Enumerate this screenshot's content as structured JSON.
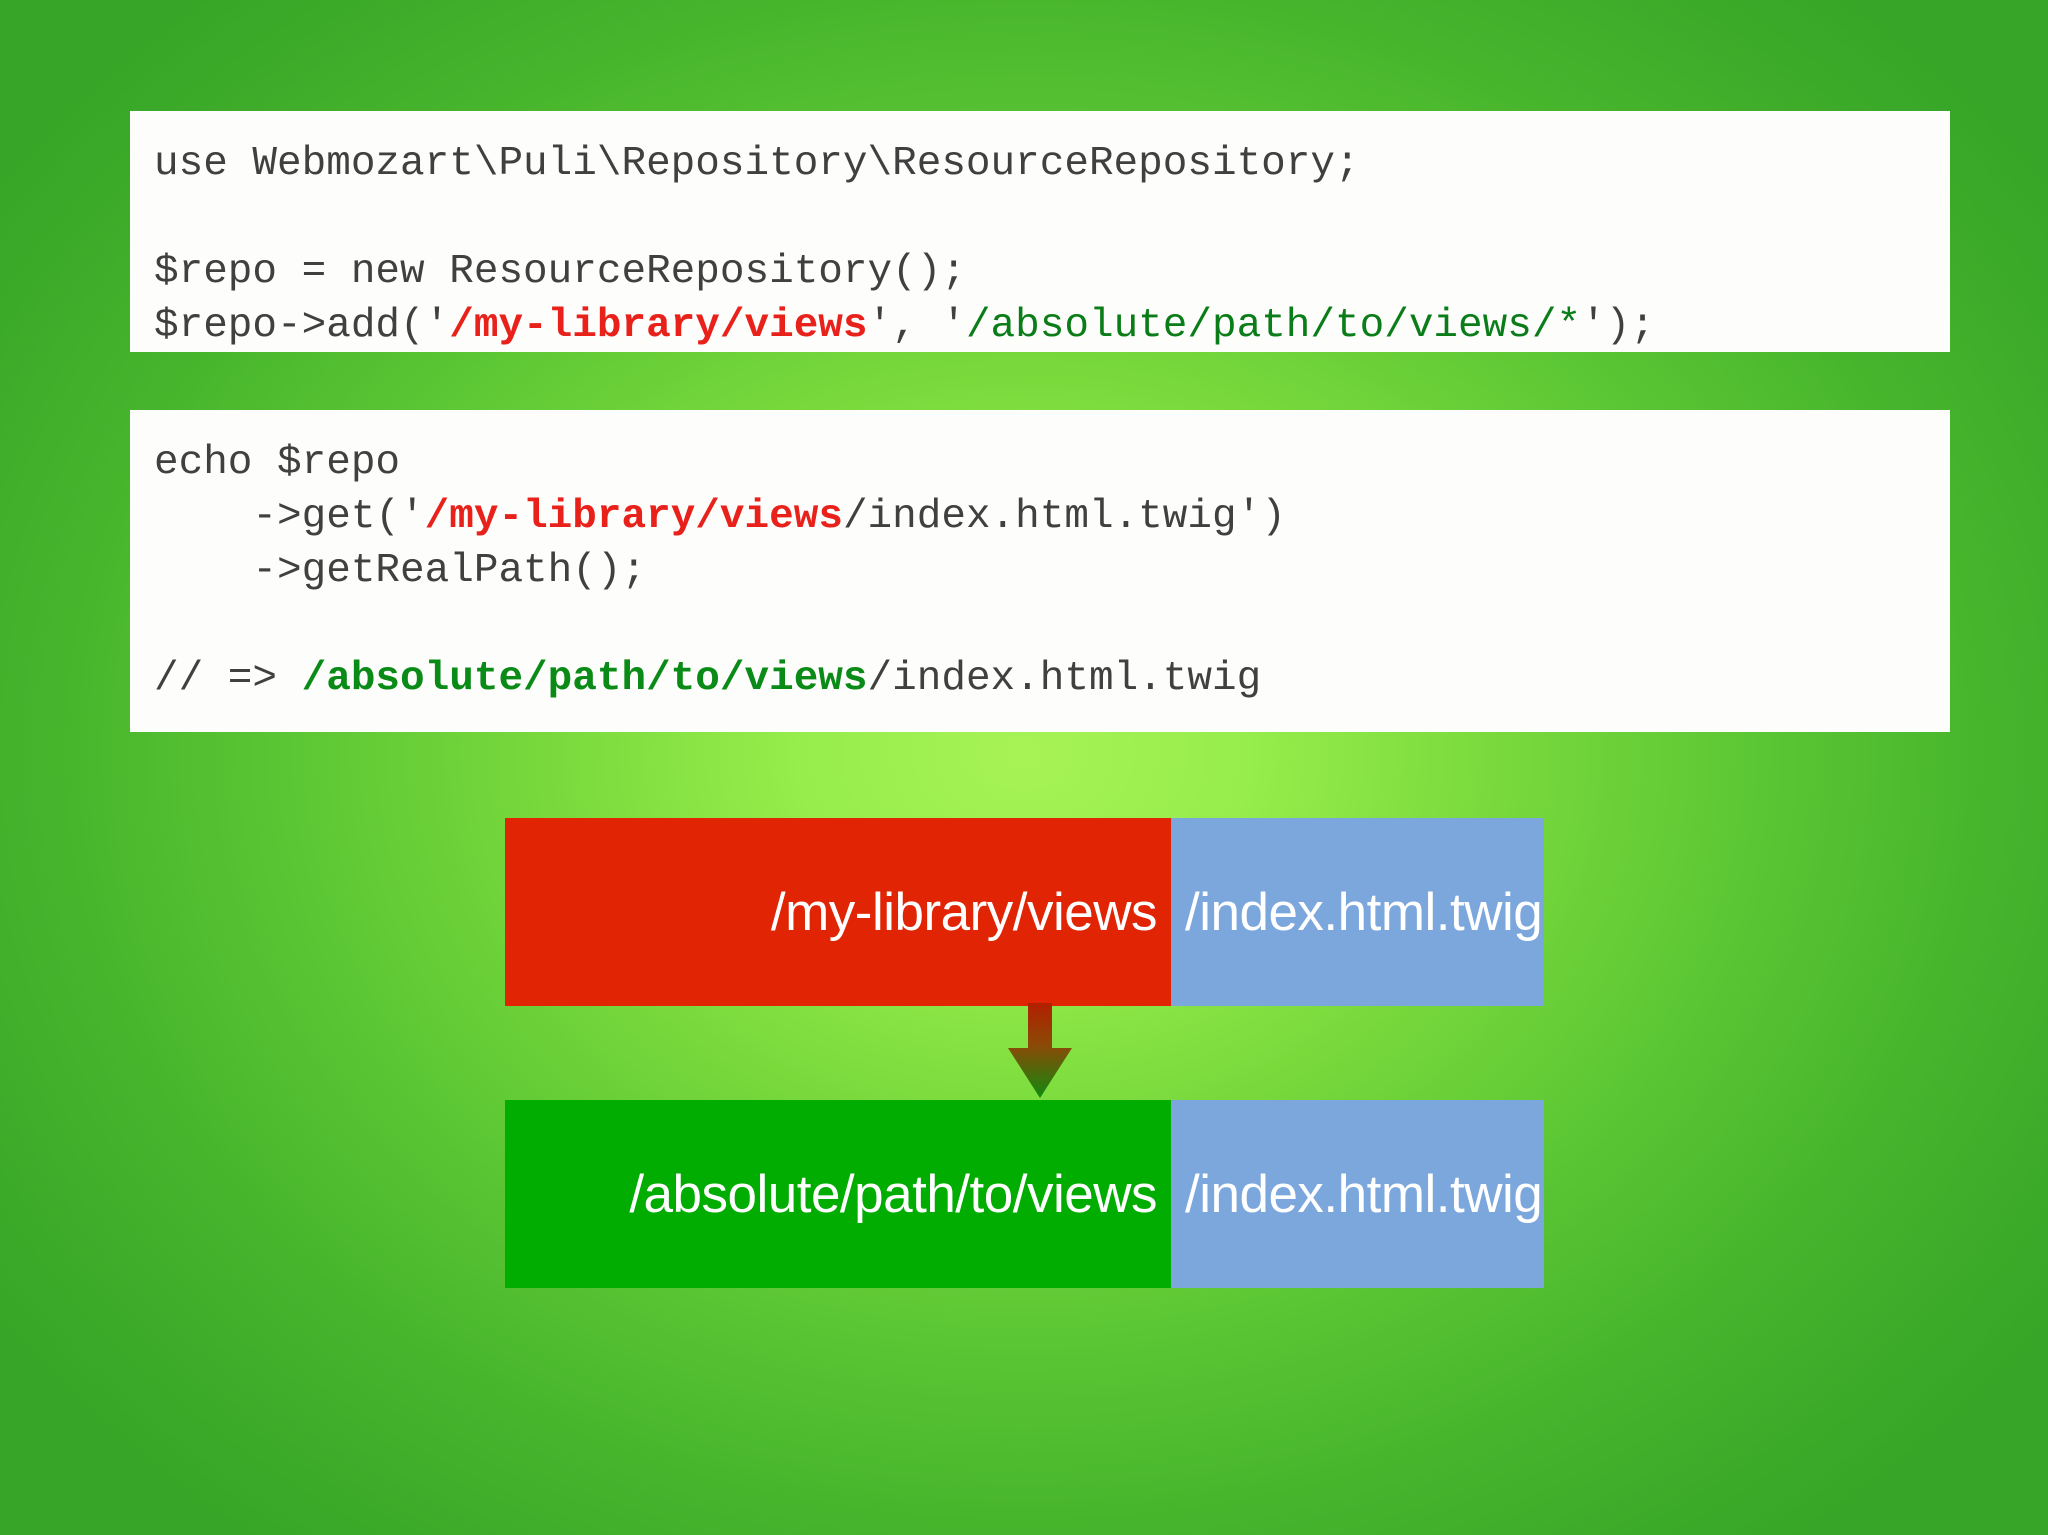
{
  "slide": {
    "background_color_outer": "#37a527",
    "background_color_inner": "#a7f356"
  },
  "code_blocks": [
    {
      "name": "repository-setup-snippet",
      "lines": [
        {
          "segments": [
            {
              "text": "use Webmozart\\Puli\\Repository\\ResourceRepository;",
              "style": "plain"
            }
          ]
        },
        {
          "segments": [
            {
              "text": "",
              "style": "plain"
            }
          ]
        },
        {
          "segments": [
            {
              "text": "$repo = new ResourceRepository();",
              "style": "plain"
            }
          ]
        },
        {
          "segments": [
            {
              "text": "$repo->add('",
              "style": "plain"
            },
            {
              "text": "/my-library/views",
              "style": "red"
            },
            {
              "text": "', '",
              "style": "plain"
            },
            {
              "text": "/absolute/path/to/views/*",
              "style": "green"
            },
            {
              "text": "');",
              "style": "plain"
            }
          ]
        }
      ]
    },
    {
      "name": "repository-get-snippet",
      "lines": [
        {
          "segments": [
            {
              "text": "echo $repo",
              "style": "plain"
            }
          ]
        },
        {
          "segments": [
            {
              "text": "    ->get('",
              "style": "plain"
            },
            {
              "text": "/my-library/views",
              "style": "red"
            },
            {
              "text": "/index.html.twig')",
              "style": "plain"
            }
          ]
        },
        {
          "segments": [
            {
              "text": "    ->getRealPath();",
              "style": "plain"
            }
          ]
        },
        {
          "segments": [
            {
              "text": "",
              "style": "plain"
            }
          ]
        },
        {
          "segments": [
            {
              "text": "// => ",
              "style": "plain"
            },
            {
              "text": "/absolute/path/to/views",
              "style": "green-bold"
            },
            {
              "text": "/index.html.twig",
              "style": "plain"
            }
          ]
        }
      ]
    }
  ],
  "diagram": {
    "source": {
      "prefix": "/my-library/views",
      "suffix": "/index.html.twig",
      "prefix_color": "#e02404",
      "suffix_color": "#7ba7dd"
    },
    "target": {
      "prefix": "/absolute/path/to/views",
      "suffix": "/index.html.twig",
      "prefix_color": "#00ad00",
      "suffix_color": "#7ba7dd"
    },
    "arrow": {
      "name": "down-arrow-icon",
      "gradient_from": "#b22000",
      "gradient_to": "#0f8a10"
    }
  }
}
